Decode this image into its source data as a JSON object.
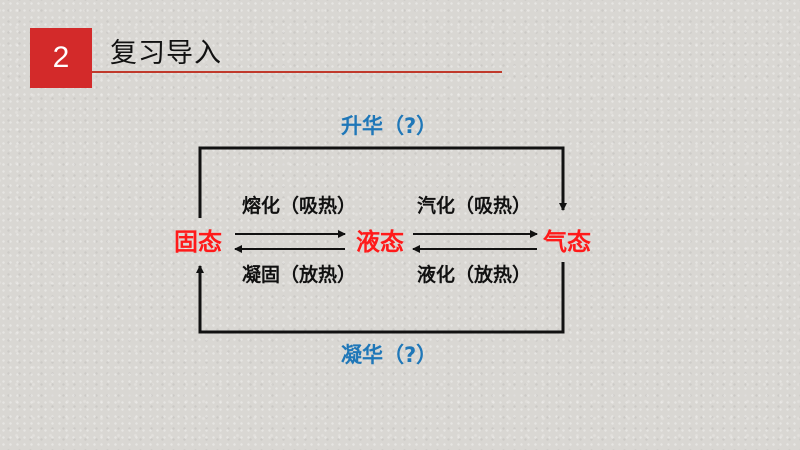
{
  "header": {
    "number": "2",
    "title": "复习导入"
  },
  "diagram": {
    "states": {
      "solid": "固态",
      "liquid": "液态",
      "gas": "气态"
    },
    "processes": {
      "melting": "熔化（吸热）",
      "solidifying": "凝固（放热）",
      "vaporization": "汽化（吸热）",
      "liquefaction": "液化（放热）",
      "sublimation": "升华（?）",
      "deposition": "凝华（?）"
    }
  },
  "colors": {
    "state_text": "#ff1a1a",
    "loop_text": "#1f77b8",
    "header_badge": "#d32a2a",
    "arrows": "#111111"
  }
}
